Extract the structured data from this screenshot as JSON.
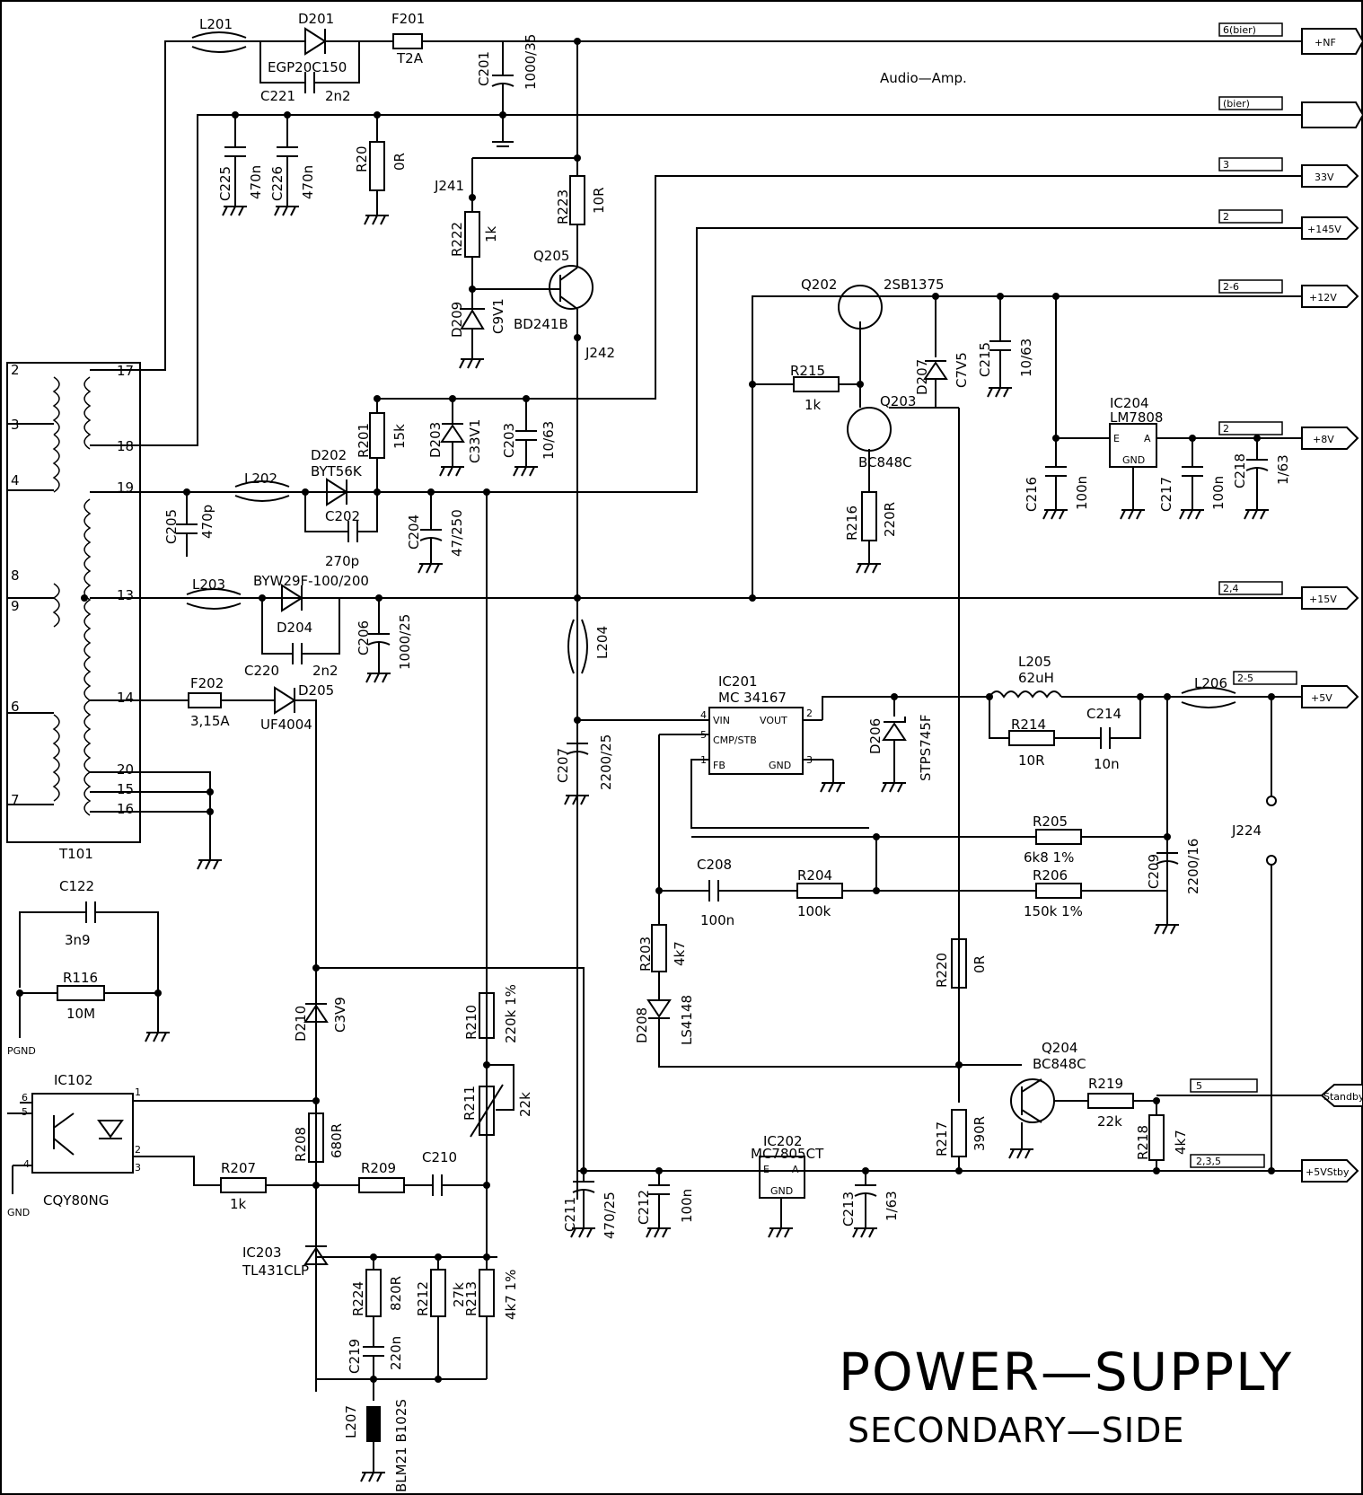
{
  "title": "POWER—SUPPLY",
  "subtitle": "SECONDARY—SIDE",
  "note_audio": "Audio—Amp.",
  "transformer": {
    "ref": "T101",
    "primary_pins": [
      "2",
      "3",
      "4",
      "8",
      "9",
      "6",
      "7"
    ],
    "secondary_pins": [
      "17",
      "18",
      "19",
      "13",
      "14",
      "20",
      "15",
      "16"
    ]
  },
  "components": {
    "L201": "L201",
    "D201": "D201",
    "D201_val": "EGP20C150",
    "F201": "F201",
    "F201_val": "T2A",
    "C221": "C221",
    "C221_val": "2n2",
    "C201": "C201",
    "C201_val": "1000/35",
    "C225": "C225",
    "C225_val": "470n",
    "C226": "C226",
    "C226_val": "470n",
    "R20": "R20",
    "R20_val": "0R",
    "J241": "J241",
    "J242": "J242",
    "R222": "R222",
    "R222_val": "1k",
    "R223": "R223",
    "R223_val": "10R",
    "Q205": "Q205",
    "Q205_val": "BD241B",
    "D209": "D209",
    "D209_val": "C9V1",
    "R201": "R201",
    "R201_val": "15k",
    "D203": "D203",
    "D203_val": "C33V1",
    "C203": "C203",
    "C203_val": "10/63",
    "D202": "D202",
    "D202_val": "BYT56K",
    "L202": "L202",
    "C205": "C205",
    "C205_val": "470p",
    "C202": "C202",
    "C202_val": "270p",
    "C204": "C204",
    "C204_val": "47/250",
    "L203": "L203",
    "D204_part": "BYW29F-100/200",
    "D204": "D204",
    "C220": "C220",
    "C220_val": "2n2",
    "C206": "C206",
    "C206_val": "1000/25",
    "F202": "F202",
    "F202_val": "3,15A",
    "D205": "D205",
    "D205_val": "UF4004",
    "L204": "L204",
    "C207": "C207",
    "C207_val": "2200/25",
    "Q202": "Q202",
    "Q202_val": "2SB1375",
    "R215": "R215",
    "R215_val": "1k",
    "Q203": "Q203",
    "Q203_val": "BC848C",
    "D207": "D207",
    "D207_val": "C7V5",
    "C215": "C215",
    "C215_val": "10/63",
    "R216": "R216",
    "R216_val": "220R",
    "IC204": "IC204",
    "IC204_val": "LM7808",
    "C216": "C216",
    "C216_val": "100n",
    "C217": "C217",
    "C217_val": "100n",
    "C218": "C218",
    "C218_val": "1/63",
    "IC201": "IC201",
    "IC201_val": "MC 34167",
    "D206": "D206",
    "D206_val": "STPS745F",
    "L205": "L205",
    "L205_val": "62uH",
    "R214": "R214",
    "R214_val": "10R",
    "C214": "C214",
    "C214_val": "10n",
    "L206": "L206",
    "R205": "R205",
    "R205_val": "6k8  1%",
    "R206": "R206",
    "R206_val": "150k  1%",
    "C208": "C208",
    "C208_val": "100n",
    "R204": "R204",
    "R204_val": "100k",
    "C209": "C209",
    "C209_val": "2200/16",
    "J224": "J224",
    "R203": "R203",
    "R203_val": "4k7",
    "D208": "D208",
    "D208_val": "LS4148",
    "R220": "R220",
    "R220_val": "0R",
    "Q204": "Q204",
    "Q204_val": "BC848C",
    "R219": "R219",
    "R219_val": "22k",
    "R217": "R217",
    "R217_val": "390R",
    "R218": "R218",
    "R218_val": "4k7",
    "C122": "C122",
    "C122_val": "3n9",
    "R116": "R116",
    "R116_val": "10M",
    "IC102": "IC102",
    "IC102_val": "CQY80NG",
    "D210": "D210",
    "D210_val": "C3V9",
    "R208": "R208",
    "R208_val": "680R",
    "R207": "R207",
    "R207_val": "1k",
    "R209": "R209",
    "C210": "C210",
    "R210": "R210",
    "R210_val": "220k  1%",
    "R211": "R211",
    "R211_val": "22k",
    "IC203": "IC203",
    "IC203_val": "TL431CLP",
    "R224": "R224",
    "R224_val": "820R",
    "R212": "R212",
    "R212_val": "27k",
    "R213": "R213",
    "R213_val": "4k7  1%",
    "C219": "C219",
    "C219_val": "220n",
    "L207": "L207",
    "L207_val": "BLM21  B102S",
    "IC202": "IC202",
    "IC202_val": "MC7805CT",
    "C211": "C211",
    "C211_val": "470/25",
    "C212": "C212",
    "C212_val": "100n",
    "C213": "C213",
    "C213_val": "1/63",
    "PGND": "PGND",
    "GND": "GND"
  },
  "ic_pins": {
    "ic201": {
      "vin": "VIN",
      "vout": "VOUT",
      "cmp": "CMP/STB",
      "fb": "FB",
      "gnd": "GND",
      "p1": "1",
      "p2": "2",
      "p3": "3",
      "p4": "4",
      "p5": "5"
    },
    "ic204": {
      "e": "E",
      "a": "A",
      "gnd": "GND"
    },
    "ic202": {
      "e": "E",
      "a": "A",
      "gnd": "GND"
    },
    "ic102": {
      "p1": "1",
      "p2": "2",
      "p3": "3",
      "p4": "4",
      "p5": "5",
      "p6": "6"
    }
  },
  "outputs": [
    {
      "label": "+NF",
      "bus": "6(bier)"
    },
    {
      "label": "",
      "bus": "(bier)"
    },
    {
      "label": "33V",
      "bus": "3"
    },
    {
      "label": "+145V",
      "bus": "2"
    },
    {
      "label": "+12V",
      "bus": "2-6"
    },
    {
      "label": "+8V",
      "bus": "2"
    },
    {
      "label": "+15V",
      "bus": "2,4"
    },
    {
      "label": "+5V",
      "bus": "2-5"
    },
    {
      "label": "Standby",
      "bus": "5"
    },
    {
      "label": "+5VStby",
      "bus": "2,3,5"
    }
  ],
  "colors": {
    "ink": "#000000",
    "paper": "#ffffff"
  }
}
